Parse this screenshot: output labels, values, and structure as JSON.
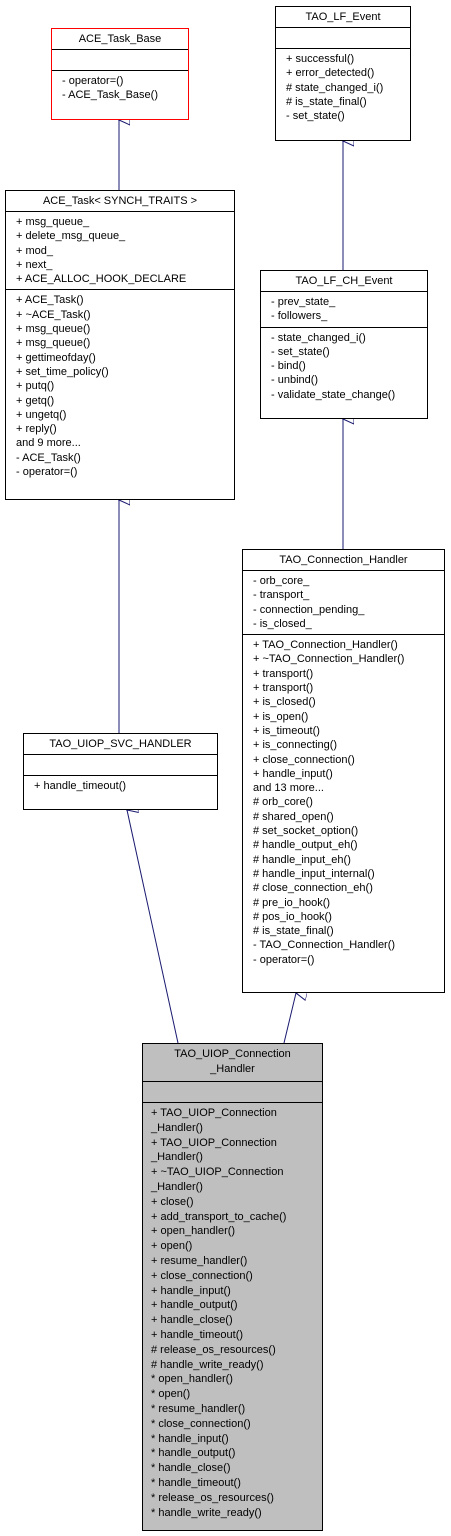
{
  "classes": {
    "ace_task_base": {
      "title": "ACE_Task_Base",
      "attributes": [],
      "methods": [
        "- operator=()",
        "- ACE_Task_Base()"
      ]
    },
    "tao_lf_event": {
      "title": "TAO_LF_Event",
      "attributes": [],
      "methods": [
        "+ successful()",
        "+ error_detected()",
        "# state_changed_i()",
        "# is_state_final()",
        "- set_state()"
      ]
    },
    "ace_task": {
      "title": "ACE_Task< SYNCH_TRAITS >",
      "attributes": [
        "+ msg_queue_",
        "+ delete_msg_queue_",
        "+ mod_",
        "+ next_",
        "+ ACE_ALLOC_HOOK_DECLARE"
      ],
      "methods": [
        "+ ACE_Task()",
        "+ ~ACE_Task()",
        "+ msg_queue()",
        "+ msg_queue()",
        "+ gettimeofday()",
        "+ set_time_policy()",
        "+ putq()",
        "+ getq()",
        "+ ungetq()",
        "+ reply()",
        "and 9 more...",
        "- ACE_Task()",
        "- operator=()"
      ]
    },
    "tao_lf_ch_event": {
      "title": "TAO_LF_CH_Event",
      "attributes": [
        "- prev_state_",
        "- followers_"
      ],
      "methods": [
        "- state_changed_i()",
        "- set_state()",
        "- bind()",
        "- unbind()",
        "- validate_state_change()"
      ]
    },
    "tao_connection_handler": {
      "title": "TAO_Connection_Handler",
      "attributes": [
        "- orb_core_",
        "- transport_",
        "- connection_pending_",
        "- is_closed_"
      ],
      "methods": [
        "+ TAO_Connection_Handler()",
        "+ ~TAO_Connection_Handler()",
        "+ transport()",
        "+ transport()",
        "+ is_closed()",
        "+ is_open()",
        "+ is_timeout()",
        "+ is_connecting()",
        "+ close_connection()",
        "+ handle_input()",
        "and 13 more...",
        "# orb_core()",
        "# shared_open()",
        "# set_socket_option()",
        "# handle_output_eh()",
        "# handle_input_eh()",
        "# handle_input_internal()",
        "# close_connection_eh()",
        "# pre_io_hook()",
        "# pos_io_hook()",
        "# is_state_final()",
        "- TAO_Connection_Handler()",
        "- operator=()"
      ]
    },
    "tao_uiop_svc_handler": {
      "title": "TAO_UIOP_SVC_HANDLER",
      "attributes": [],
      "methods": [
        "+ handle_timeout()"
      ]
    },
    "tao_uiop_connection_handler": {
      "title": "TAO_UIOP_Connection\n_Handler",
      "attributes": [],
      "methods": [
        "+ TAO_UIOP_Connection\n_Handler()",
        "+ TAO_UIOP_Connection\n_Handler()",
        "+ ~TAO_UIOP_Connection\n_Handler()",
        "+ close()",
        "+ add_transport_to_cache()",
        "+ open_handler()",
        "+ open()",
        "+ resume_handler()",
        "+ close_connection()",
        "+ handle_input()",
        "+ handle_output()",
        "+ handle_close()",
        "+ handle_timeout()",
        "# release_os_resources()",
        "# handle_write_ready()",
        "* open_handler()",
        "* open()",
        "* resume_handler()",
        "* close_connection()",
        "* handle_input()",
        "* handle_output()",
        "* handle_close()",
        "* handle_timeout()",
        "* release_os_resources()",
        "* handle_write_ready()"
      ]
    }
  },
  "colors": {
    "edge": "#191970",
    "highlight_border": "#ff0000",
    "focus_fill": "#bfbfbf"
  }
}
